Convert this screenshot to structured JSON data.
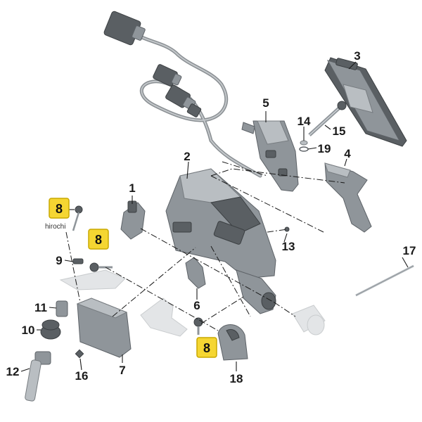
{
  "labels": {
    "p1": "1",
    "p2": "2",
    "p3": "3",
    "p4": "4",
    "p5": "5",
    "p6": "6",
    "p7": "7",
    "p8a": "8",
    "p8b": "8",
    "p8c": "8",
    "p9": "9",
    "p10": "10",
    "p11": "11",
    "p12": "12",
    "p13": "13",
    "p14": "14",
    "p15": "15",
    "p16": "16",
    "p17": "17",
    "p18": "18",
    "p19": "19"
  },
  "watermark": "hirochi",
  "colors": {
    "highlight_fill": "#f5d632",
    "highlight_stroke": "#c9a800",
    "part": "#8f959a"
  }
}
